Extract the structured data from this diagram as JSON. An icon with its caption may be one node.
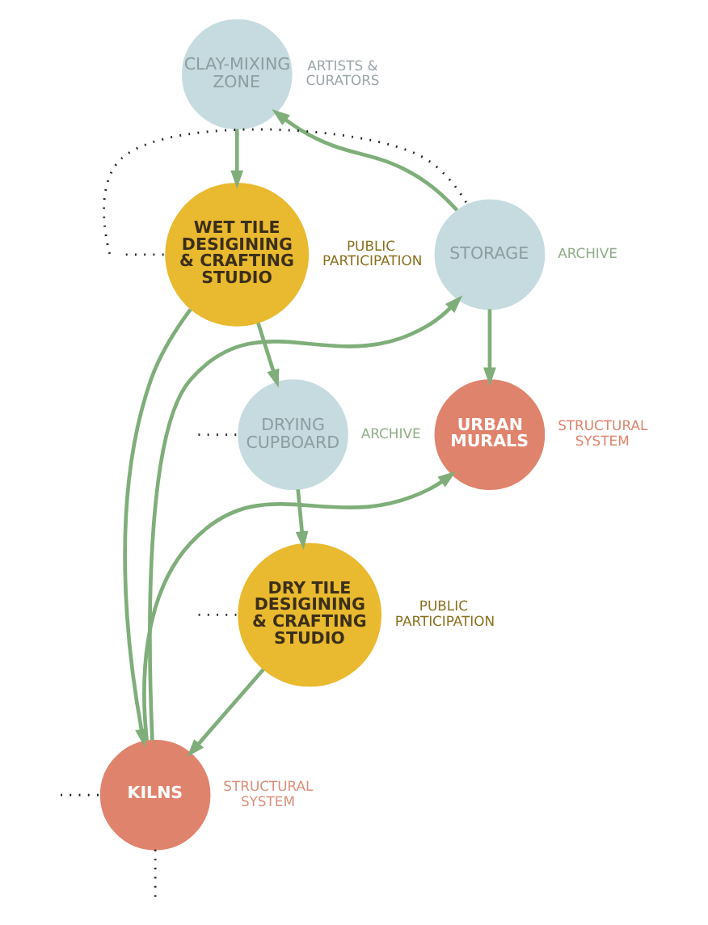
{
  "diagram": {
    "nodes": [
      {
        "text": [
          "CLAY-MIXING ZONE"
        ],
        "beside": [
          "ARTISTS & CURATORS"
        ]
      },
      {
        "text": [
          "WET TILE DESIGINING & CRAFTING STUDIO"
        ],
        "beside": [
          "PUBLIC PARTICIPATION"
        ]
      },
      {
        "text": [
          "STORAGE"
        ],
        "beside": [
          "ARCHIVE"
        ]
      },
      {
        "text": [
          "URBAN MURALS"
        ],
        "beside": [
          "STRUCTURAL SYSTEM"
        ]
      },
      {
        "text": [
          "DRY TILE DESIGINING & CRAFTING STUDIO"
        ],
        "beside": [
          "PUBLIC PARTICIPATION"
        ]
      },
      {
        "text": [
          "DRYING CUPBOARD"
        ],
        "beside": [
          "ARCHIVE"
        ]
      },
      {
        "text": [
          "KILNS"
        ],
        "beside": [
          "STRUCTURAL SYSTEM"
        ]
      }
    ],
    "edges": [
      {
        "from": 2,
        "to": 0,
        "arrow": "to"
      },
      {
        "from": 0,
        "to": 1,
        "arrow": "to"
      },
      {
        "from": 2,
        "to": 3,
        "arrow": "to"
      },
      {
        "from": 1,
        "to": 5,
        "arrow": "to"
      },
      {
        "from": 1,
        "to": 6,
        "arrow": "to"
      },
      {
        "from": 5,
        "to": 4,
        "arrow": "to"
      },
      {
        "from": 4,
        "to": 6,
        "arrow": "to"
      },
      {
        "from": 6,
        "to": 2,
        "arrow": "to"
      },
      {
        "from": 6,
        "to": 3,
        "arrow": "to"
      },
      {
        "from": null,
        "to": 1,
        "arrow": "none",
        "style": "dashed",
        "color": "#222222"
      },
      {
        "from": null,
        "to": 2,
        "arrow": "none",
        "style": "dashed",
        "color": "#222222"
      },
      {
        "from": null,
        "to": 4,
        "arrow": "none",
        "style": "dashed",
        "color": "#222222"
      },
      {
        "from": null,
        "to": 5,
        "arrow": "none",
        "style": "dashed",
        "color": "#222222"
      },
      {
        "from": null,
        "to": 6,
        "arrow": "none",
        "style": "dashed",
        "color": "#222222"
      },
      {
        "from": 6,
        "to": null,
        "arrow": "none",
        "style": "dashed",
        "color": "#222222"
      }
    ]
  }
}
